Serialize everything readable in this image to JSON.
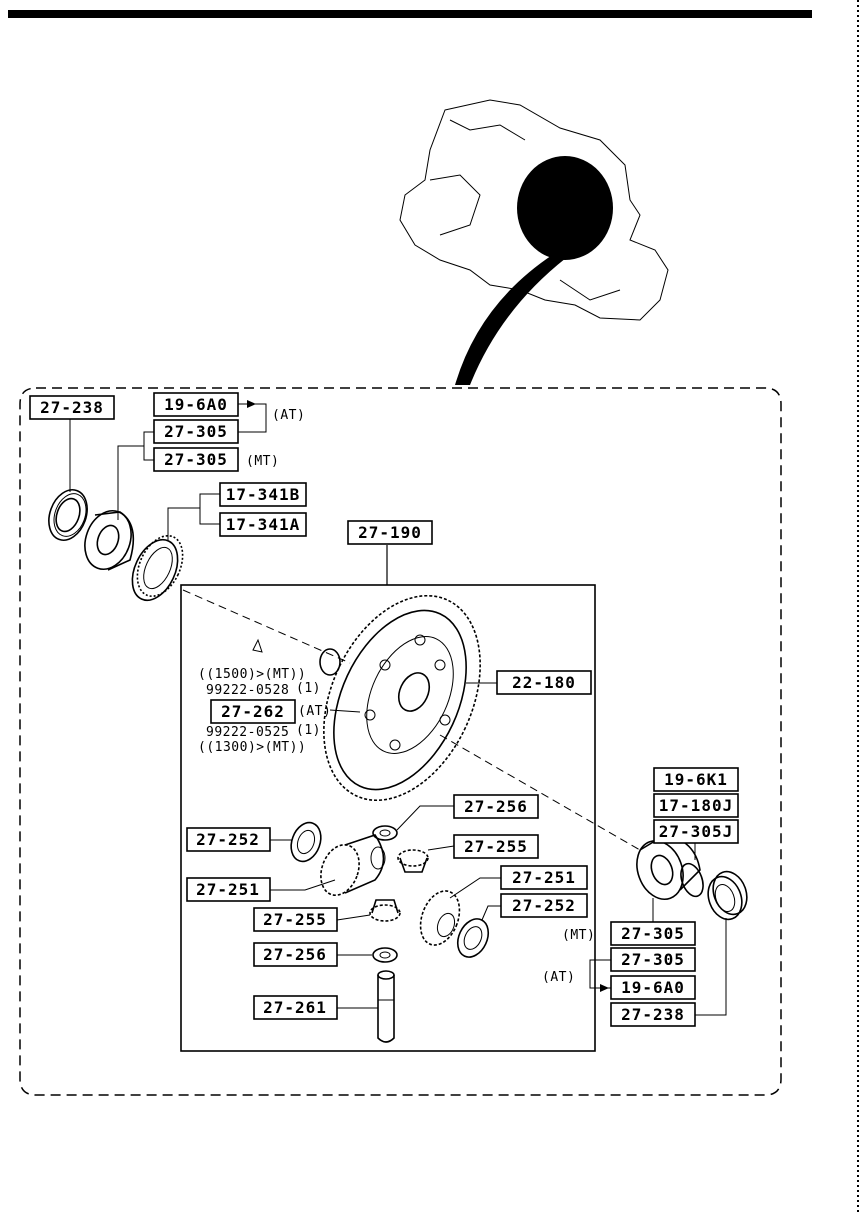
{
  "labels": {
    "p27_238_top": "27-238",
    "p19_6a0_top": "19-6A0",
    "p27_305_top_at": "27-305",
    "p27_305_top_mt": "27-305",
    "p17_341b": "17-341B",
    "p17_341a": "17-341A",
    "p27_190": "27-190",
    "p22_180": "22-180",
    "p27_262": "27-262",
    "p27_256_a": "27-256",
    "p27_255_a": "27-255",
    "p27_252_a": "27-252",
    "p27_251_a": "27-251",
    "p27_251_b": "27-251",
    "p27_252_b": "27-252",
    "p27_255_b": "27-255",
    "p27_256_b": "27-256",
    "p27_261": "27-261",
    "p19_6k1": "19-6K1",
    "p17_180j": "17-180J",
    "p27_305j": "27-305J",
    "p27_305_bot_mt": "27-305",
    "p27_305_bot_at": "27-305",
    "p19_6a0_bot": "19-6A0",
    "p27_238_bot": "27-238"
  },
  "notes": {
    "at_top": "(AT)",
    "mt_top": "(MT)",
    "mt_bot": "(MT)",
    "at_bot": "(AT)",
    "at_262": "(AT)",
    "cond_1500": "((1500)>(MT))",
    "part_0528": "99222-0528",
    "qty_0528": "(1)",
    "part_0525": "99222-0525",
    "qty_0525": "(1)",
    "cond_1300": "((1300)>(MT))"
  }
}
